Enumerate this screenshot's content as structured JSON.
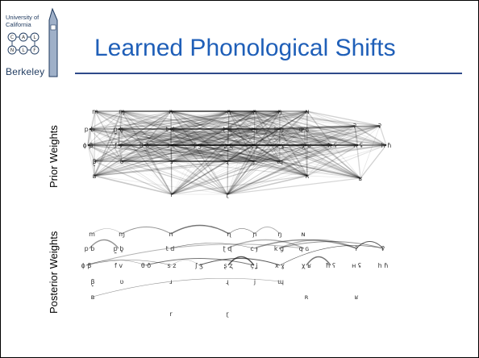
{
  "logo": {
    "line1": "University of",
    "line2": "California",
    "seal_letters": [
      "C",
      "A",
      "L",
      "N",
      "L",
      "F"
    ],
    "name": "Berkeley"
  },
  "slide": {
    "title": "Learned Phonological Shifts",
    "top_panel_label": "Prior Weights",
    "bottom_panel_label": "Posterior Weights"
  },
  "colors": {
    "title": "#1f5fb8",
    "rule": "#2e4a8a",
    "logo": "#1f3a5f"
  },
  "phoneme_rows": [
    [
      "m",
      "ɱ",
      "n",
      "ɳ",
      "ɲ",
      "ŋ",
      "ɴ"
    ],
    [
      "p b",
      "p̪ b̪",
      "t d",
      "ʈ ɖ",
      "c ɟ",
      "k g",
      "q ɢ",
      "ʔ",
      "ʡ"
    ],
    [
      "ɸ β",
      "f v",
      "θ ð",
      "s z",
      "ʃ ʒ",
      "ʂ ʐ",
      "ç ʝ",
      "x ɣ",
      "χ ʁ",
      "ħ ʕ",
      "ʜ ʢ",
      "h ɦ"
    ],
    [
      "β̞",
      "ʋ",
      "ɹ",
      "ɻ",
      "j",
      "ɰ"
    ],
    [
      "ʙ",
      "ʀ",
      "ʁ"
    ],
    [
      "r",
      "ɽ"
    ]
  ]
}
